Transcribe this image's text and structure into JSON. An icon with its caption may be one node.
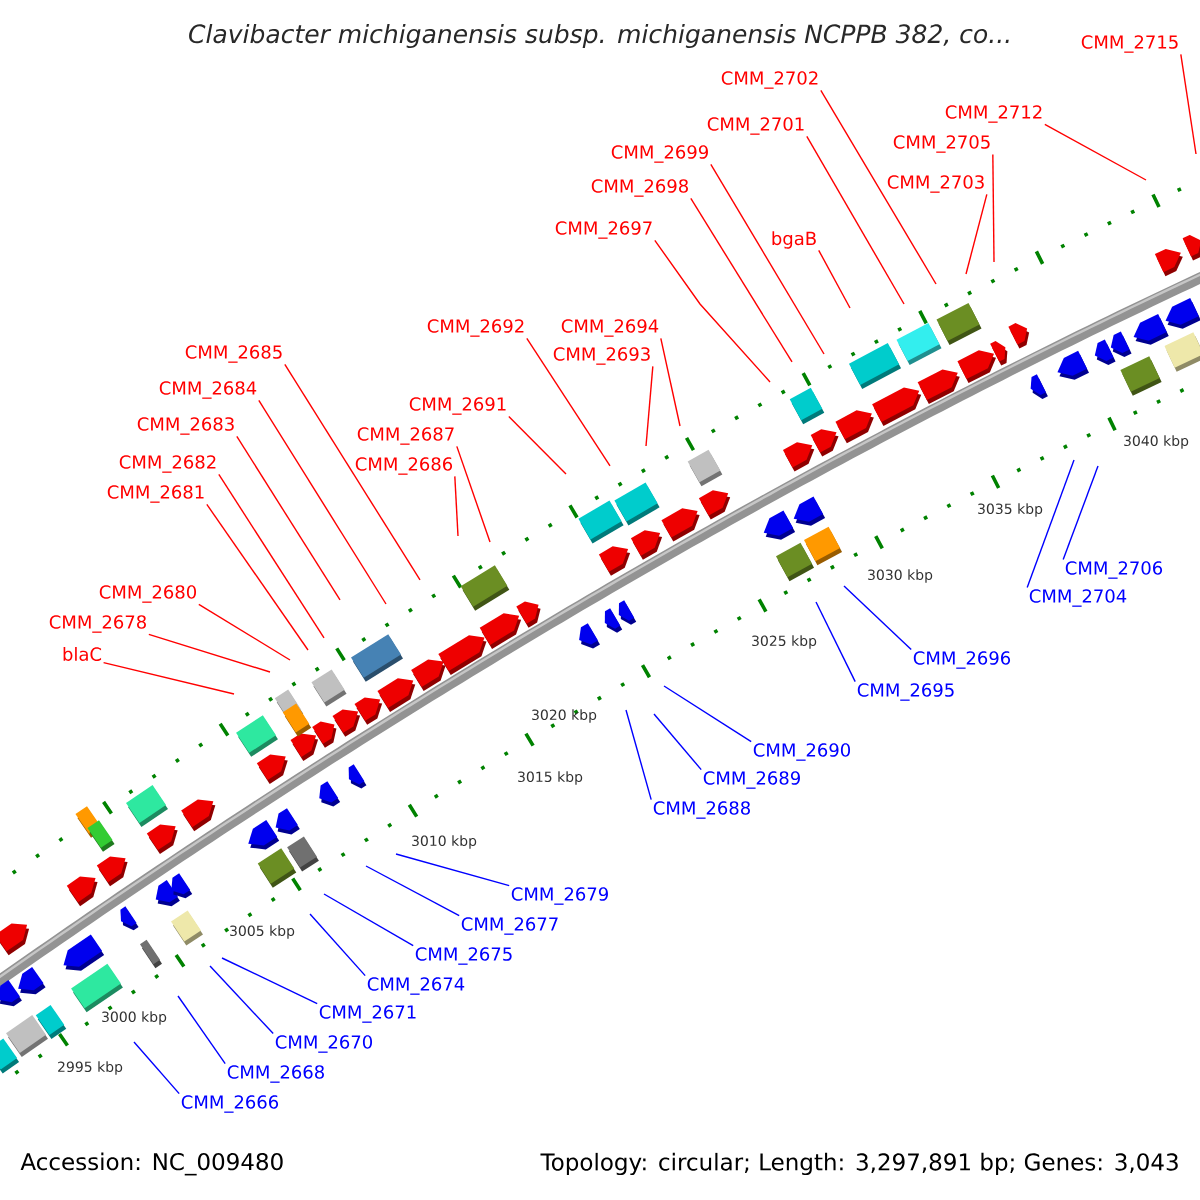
{
  "diagram": {
    "title": "Clavibacter michiganensis subsp. michiganensis NCPPB 382, co...",
    "nodes": [
      {
        "text": [
          "CMM_2715"
        ]
      },
      {
        "text": [
          "CMM_2702"
        ]
      },
      {
        "text": [
          "CMM_2712"
        ]
      },
      {
        "text": [
          "CMM_2701"
        ]
      },
      {
        "text": [
          "CMM_2705"
        ]
      },
      {
        "text": [
          "CMM_2699"
        ]
      },
      {
        "text": [
          "CMM_2703"
        ]
      },
      {
        "text": [
          "CMM_2698"
        ]
      },
      {
        "text": [
          "CMM_2697"
        ]
      },
      {
        "text": [
          "bgaB"
        ]
      },
      {
        "text": [
          "CMM_2692"
        ]
      },
      {
        "text": [
          "CMM_2694"
        ]
      },
      {
        "text": [
          "CMM_2685"
        ]
      },
      {
        "text": [
          "CMM_2693"
        ]
      },
      {
        "text": [
          "CMM_2684"
        ]
      },
      {
        "text": [
          "CMM_2691"
        ]
      },
      {
        "text": [
          "CMM_2683"
        ]
      },
      {
        "text": [
          "CMM_2687"
        ]
      },
      {
        "text": [
          "CMM_2682"
        ]
      },
      {
        "text": [
          "CMM_2686"
        ]
      },
      {
        "text": [
          "CMM_2681"
        ]
      },
      {
        "text": [
          "CMM_2680"
        ]
      },
      {
        "text": [
          "CMM_2678"
        ]
      },
      {
        "text": [
          "blaC"
        ]
      },
      {
        "text": [
          "CMM_2706"
        ]
      },
      {
        "text": [
          "CMM_2704"
        ]
      },
      {
        "text": [
          "CMM_2696"
        ]
      },
      {
        "text": [
          "CMM_2695"
        ]
      },
      {
        "text": [
          "CMM_2690"
        ]
      },
      {
        "text": [
          "CMM_2689"
        ]
      },
      {
        "text": [
          "CMM_2688"
        ]
      },
      {
        "text": [
          "CMM_2679"
        ]
      },
      {
        "text": [
          "CMM_2677"
        ]
      },
      {
        "text": [
          "CMM_2675"
        ]
      },
      {
        "text": [
          "CMM_2674"
        ]
      },
      {
        "text": [
          "CMM_2671"
        ]
      },
      {
        "text": [
          "CMM_2670"
        ]
      },
      {
        "text": [
          "CMM_2668"
        ]
      },
      {
        "text": [
          "CMM_2666"
        ]
      }
    ],
    "edges": [
      {
        "from": 0,
        "to": null,
        "arrow": "none"
      },
      {
        "from": 1,
        "to": null,
        "arrow": "none"
      },
      {
        "from": 2,
        "to": null,
        "arrow": "none"
      },
      {
        "from": 3,
        "to": null,
        "arrow": "none"
      },
      {
        "from": 4,
        "to": null,
        "arrow": "none"
      },
      {
        "from": 5,
        "to": null,
        "arrow": "none"
      },
      {
        "from": 6,
        "to": null,
        "arrow": "none"
      },
      {
        "from": 7,
        "to": null,
        "arrow": "none"
      },
      {
        "from": 8,
        "to": null,
        "arrow": "none"
      },
      {
        "from": 9,
        "to": null,
        "arrow": "none"
      },
      {
        "from": 10,
        "to": null,
        "arrow": "none"
      },
      {
        "from": 11,
        "to": null,
        "arrow": "none"
      },
      {
        "from": 12,
        "to": null,
        "arrow": "none"
      },
      {
        "from": 13,
        "to": null,
        "arrow": "none"
      },
      {
        "from": 14,
        "to": null,
        "arrow": "none"
      },
      {
        "from": 15,
        "to": null,
        "arrow": "none"
      },
      {
        "from": 16,
        "to": null,
        "arrow": "none"
      },
      {
        "from": 17,
        "to": null,
        "arrow": "none"
      },
      {
        "from": 18,
        "to": null,
        "arrow": "none"
      },
      {
        "from": 19,
        "to": null,
        "arrow": "none"
      },
      {
        "from": 20,
        "to": null,
        "arrow": "none"
      },
      {
        "from": 21,
        "to": null,
        "arrow": "none"
      },
      {
        "from": 22,
        "to": null,
        "arrow": "none"
      },
      {
        "from": 23,
        "to": null,
        "arrow": "none"
      },
      {
        "from": 24,
        "to": null,
        "arrow": "none",
        "color": "#0000ff"
      },
      {
        "from": 25,
        "to": null,
        "arrow": "none",
        "color": "#0000ff"
      },
      {
        "from": 26,
        "to": null,
        "arrow": "none",
        "color": "#0000ff"
      },
      {
        "from": 27,
        "to": null,
        "arrow": "none",
        "color": "#0000ff"
      },
      {
        "from": 28,
        "to": null,
        "arrow": "none",
        "color": "#0000ff"
      },
      {
        "from": 29,
        "to": null,
        "arrow": "none",
        "color": "#0000ff"
      },
      {
        "from": 30,
        "to": null,
        "arrow": "none",
        "color": "#0000ff"
      },
      {
        "from": 31,
        "to": null,
        "arrow": "none",
        "color": "#0000ff"
      },
      {
        "from": 32,
        "to": null,
        "arrow": "none",
        "color": "#0000ff"
      },
      {
        "from": 33,
        "to": null,
        "arrow": "none",
        "color": "#0000ff"
      },
      {
        "from": 34,
        "to": null,
        "arrow": "none",
        "color": "#0000ff"
      },
      {
        "from": 35,
        "to": null,
        "arrow": "none",
        "color": "#0000ff"
      },
      {
        "from": 36,
        "to": null,
        "arrow": "none",
        "color": "#0000ff"
      },
      {
        "from": 37,
        "to": null,
        "arrow": "none",
        "color": "#0000ff"
      },
      {
        "from": 38,
        "to": null,
        "arrow": "none",
        "color": "#0000ff"
      }
    ],
    "labels": [
      "3040 kbp",
      "3035 kbp",
      "3030 kbp",
      "3025 kbp",
      "3020 kbp",
      "3015 kbp",
      "3010 kbp",
      "3005 kbp",
      "3000 kbp",
      "2995 kbp",
      "Accession: NC_009480",
      "Topology: circular; Length: 3,297,891 bp; Genes: 3,043"
    ]
  }
}
